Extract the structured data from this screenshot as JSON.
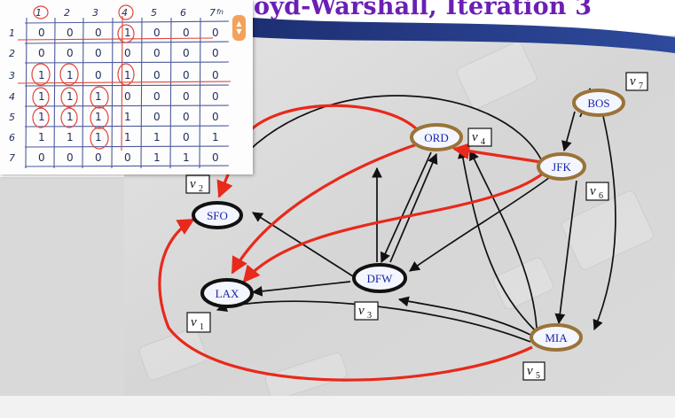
{
  "slide": {
    "title": "oyd-Warshall, Iteration 3",
    "nodes": [
      {
        "id": "BOS",
        "label": "BOS",
        "vname": "v",
        "vsub": "7",
        "style": "brown"
      },
      {
        "id": "ORD",
        "label": "ORD",
        "vname": "v",
        "vsub": "4",
        "style": "brown"
      },
      {
        "id": "JFK",
        "label": "JFK",
        "vname": "v",
        "vsub": "6",
        "style": "brown"
      },
      {
        "id": "SFO",
        "label": "SFO",
        "vname": "v",
        "vsub": "2",
        "style": "black"
      },
      {
        "id": "DFW",
        "label": "DFW",
        "vname": "v",
        "vsub": "3",
        "style": "black"
      },
      {
        "id": "LAX",
        "label": "LAX",
        "vname": "v",
        "vsub": "1",
        "style": "black"
      },
      {
        "id": "MIA",
        "label": "MIA",
        "vname": "v",
        "vsub": "5",
        "style": "brown"
      }
    ],
    "colors": {
      "title": "#6b1fb4",
      "node_text": "#1a24a8",
      "node_ring_brown": "#9a7338",
      "highlight_edge": "#e8291b",
      "edge": "#111111"
    }
  },
  "notes": {
    "column_headers": [
      "1",
      "2",
      "3",
      "4",
      "5",
      "6",
      "7"
    ],
    "column_header_extra": "fn",
    "row_headers": [
      "1",
      "2",
      "3",
      "4",
      "5",
      "6",
      "7"
    ],
    "matrix": [
      [
        "0",
        "0",
        "0",
        "1",
        "0",
        "0",
        "0"
      ],
      [
        "0",
        "0",
        "0",
        "0",
        "0",
        "0",
        "0"
      ],
      [
        "1",
        "1",
        "0",
        "1",
        "0",
        "0",
        "0"
      ],
      [
        "1",
        "1",
        "1",
        "0",
        "0",
        "0",
        "0"
      ],
      [
        "1",
        "1",
        "1",
        "1",
        "0",
        "0",
        "0"
      ],
      [
        "1",
        "1",
        "1",
        "1",
        "1",
        "0",
        "1"
      ],
      [
        "0",
        "0",
        "0",
        "0",
        "1",
        "1",
        "0"
      ]
    ],
    "scroll_icon": "chevron-up-down-icon"
  }
}
